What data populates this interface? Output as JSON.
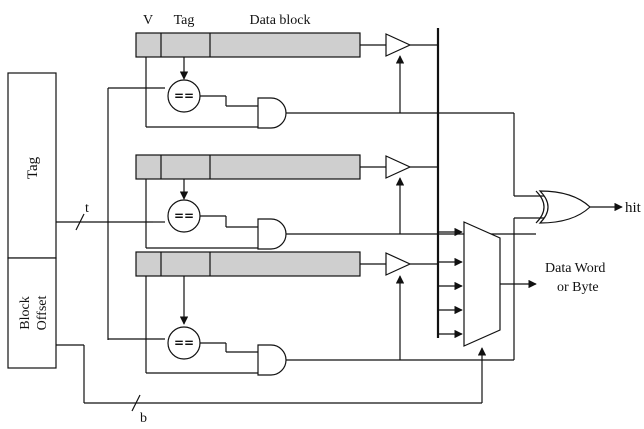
{
  "labels": {
    "v": "V",
    "tag": "Tag",
    "data_block": "Data block",
    "address_tag": "Tag",
    "block": "Block",
    "offset": "Offset",
    "t": "t",
    "b": "b",
    "hit": "hit",
    "data_word": "Data Word",
    "or_byte": "or Byte",
    "comparator": "=="
  },
  "ways": 3
}
